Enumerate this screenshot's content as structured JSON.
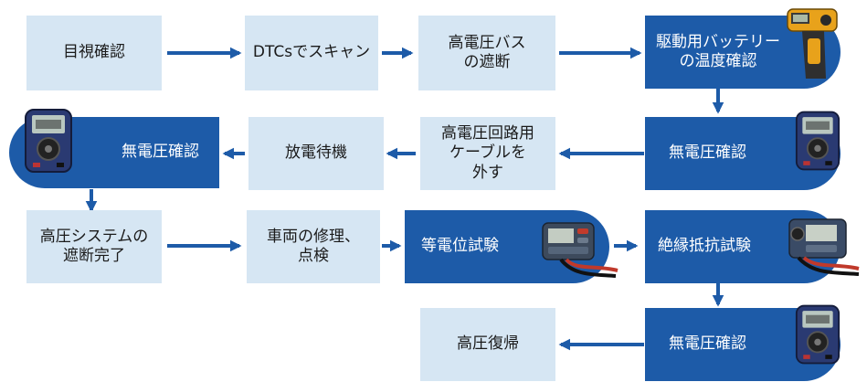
{
  "steps": {
    "s1": "目視確認",
    "s2": "DTCsでスキャン",
    "s3": "高電圧バス\nの遮断",
    "s4": "駆動用バッテリー\nの温度確認",
    "s5": "無電圧確認",
    "s6": "高電圧回路用\nケーブルを\n外す",
    "s7": "放電待機",
    "s8": "無電圧確認",
    "s9": "高圧システムの\n遮断完了",
    "s10": "車両の修理、\n点検",
    "s11": "等電位試験",
    "s12": "絶縁抵抗試験",
    "s13": "無電圧確認",
    "s14": "高圧復帰"
  },
  "devices": {
    "thermometer": "thermometer-icon",
    "multimeter": "multimeter-icon",
    "resistance_tester": "resistance-tester-icon",
    "insulation_tester": "insulation-tester-icon"
  },
  "colors": {
    "light_box": "#d6e6f3",
    "dark_box": "#1d5ba8",
    "arrow": "#1d5ba8"
  }
}
